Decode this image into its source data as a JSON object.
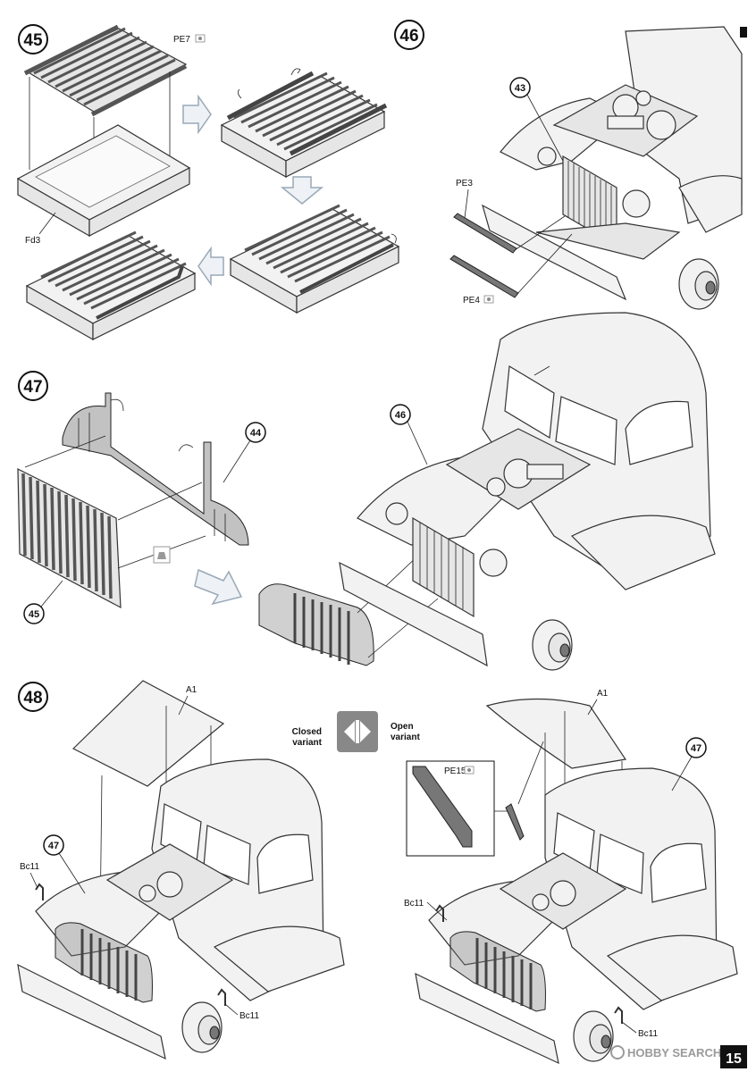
{
  "steps": {
    "s45": {
      "number": "45",
      "labels": {
        "pe7": "PE7",
        "fd3": "Fd3"
      }
    },
    "s46": {
      "number": "46",
      "callout": "43",
      "labels": {
        "pe3": "PE3",
        "pe4": "PE4"
      }
    },
    "s47": {
      "number": "47",
      "callout_top": "44",
      "callout_bottom": "45",
      "callout_truck": "46"
    },
    "s48": {
      "number": "48",
      "left": {
        "a1": "A1",
        "callout": "47",
        "bc11_a": "Bc11",
        "bc11_b": "Bc11"
      },
      "right": {
        "a1": "A1",
        "callout": "47",
        "pe15": "PE15",
        "bc11_a": "Bc11",
        "bc11_b": "Bc11"
      }
    }
  },
  "variant": {
    "closed": [
      "Closed",
      "variant"
    ],
    "open": [
      "Open",
      "variant"
    ]
  },
  "icons": [
    "photo-etch-icon",
    "glue-icon",
    "variant-choice-icon",
    "flow-arrow-icon"
  ],
  "watermark": "HOBBY SEARCH",
  "page_number": "15"
}
